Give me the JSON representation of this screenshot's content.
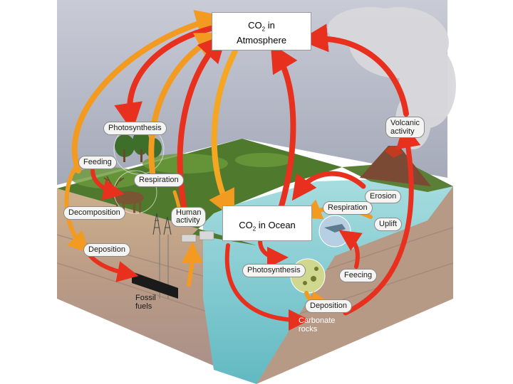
{
  "boxes": {
    "atmosphere": {
      "line1": "CO",
      "sub": "2",
      "line1_suffix": " in",
      "line2": "Atmosphere"
    },
    "ocean": {
      "prefix": "CO",
      "sub": "2",
      "suffix": " in Ocean"
    }
  },
  "labels": {
    "photosynthesis_land": "Photosynthesis",
    "feeding_land": "Feeding",
    "respiration_land": "Respiration",
    "decomposition": "Decomposition",
    "human_activity": [
      "Human",
      "activity"
    ],
    "deposition_land": "Deposition",
    "fossil_fuels": [
      "Fossil",
      "fuels"
    ],
    "volcanic_activity": [
      "Volcanic",
      "activity"
    ],
    "erosion": "Erosion",
    "respiration_ocean": "Respiration",
    "uplift": "Uplift",
    "photosynthesis_ocean": "Photosynthesis",
    "feeding_ocean": "Feecing",
    "deposition_ocean": "Deposition",
    "carbonate_rocks": [
      "Carbonate",
      "rocks"
    ]
  },
  "colors": {
    "arrow_red": "#e8301e",
    "arrow_orange": "#f5a623",
    "ocean": "#8ccfd6",
    "land_top": "#4f7a2e",
    "soil": "#c7a27a",
    "sky": "#b9bdc9"
  }
}
